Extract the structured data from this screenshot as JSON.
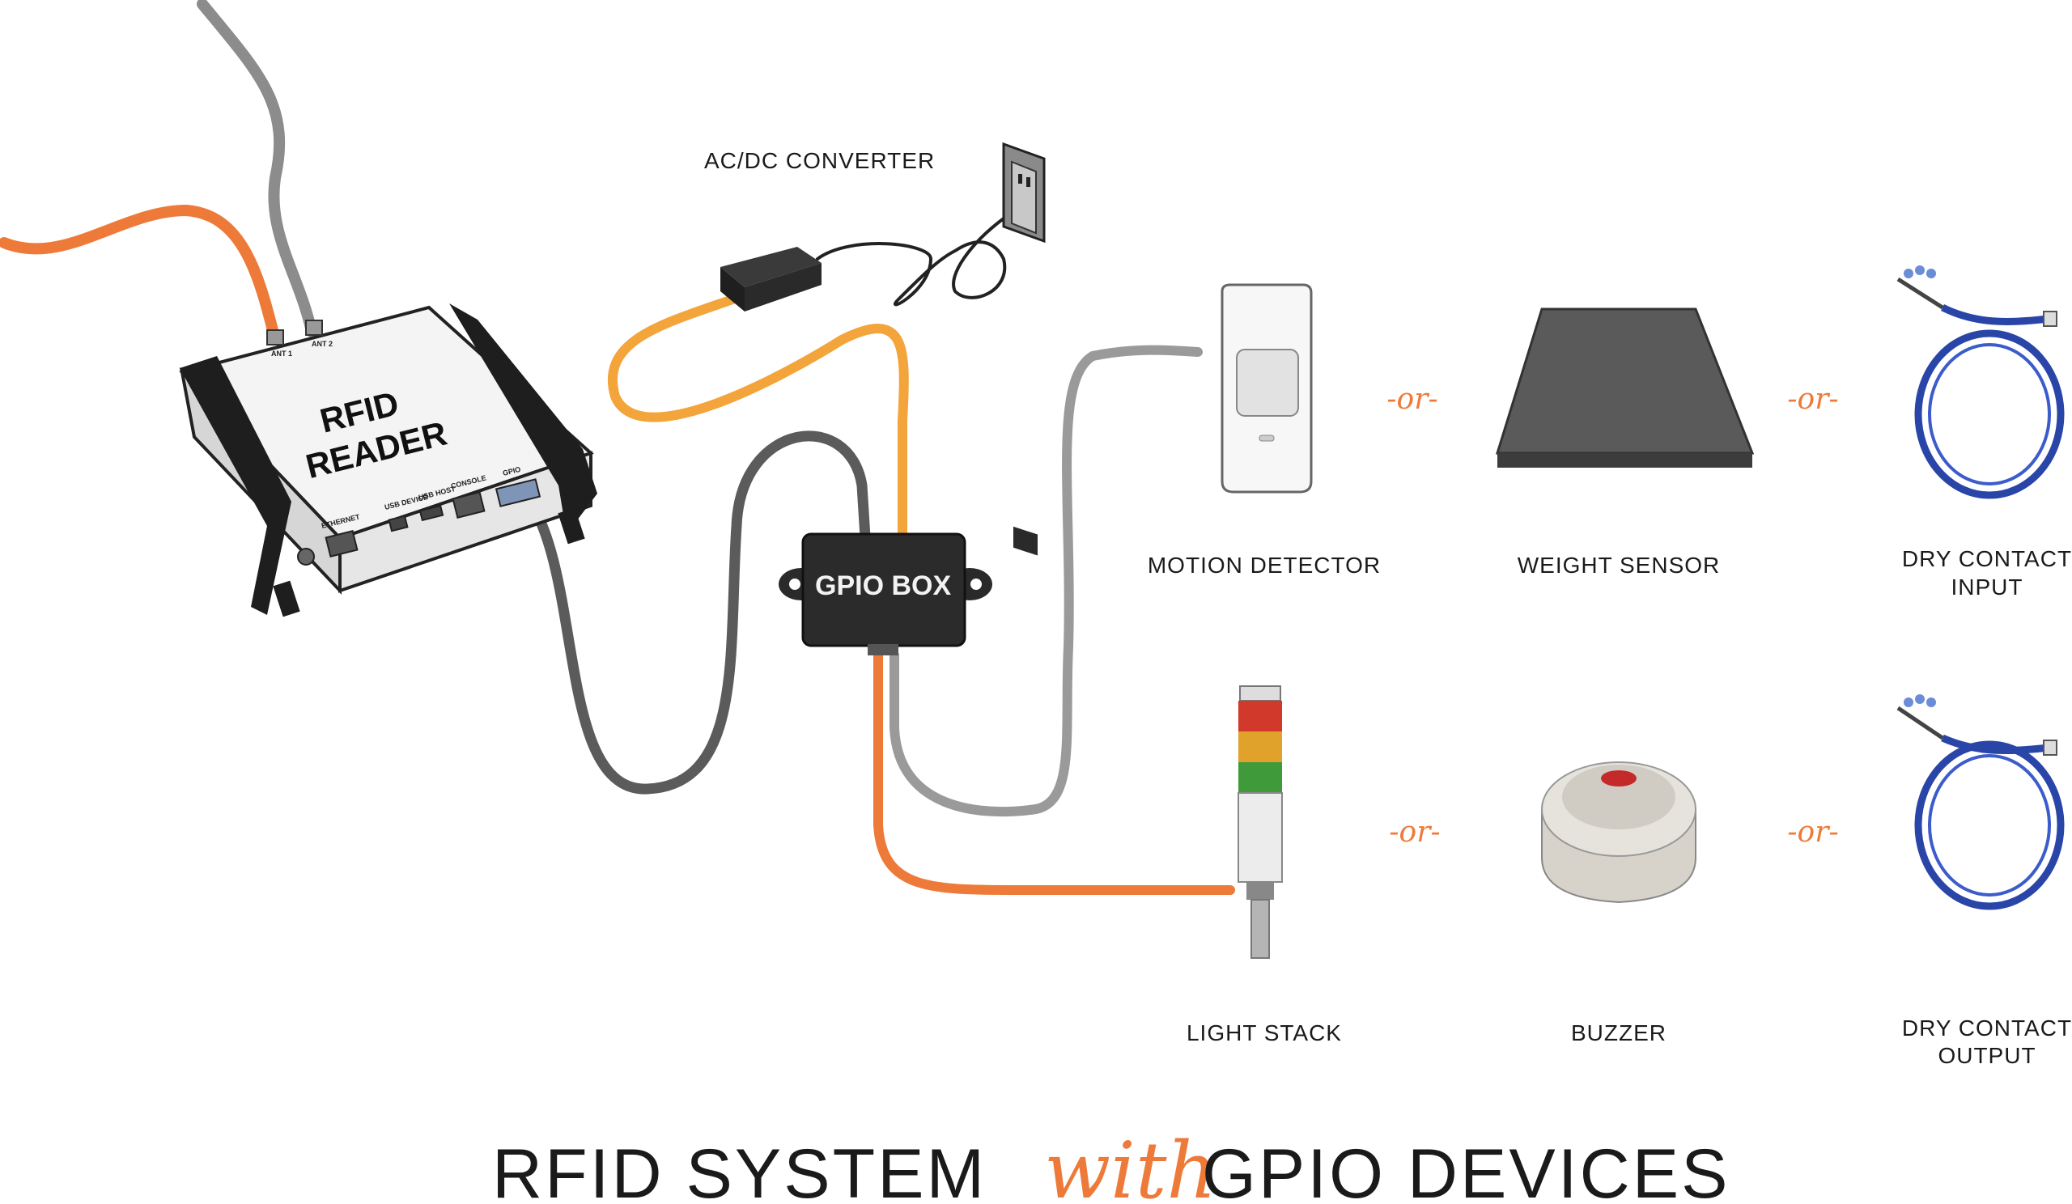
{
  "title": {
    "part1": "RFID SYSTEM",
    "part2": "with",
    "part3": "GPIO DEVICES"
  },
  "reader": {
    "line1": "RFID",
    "line2": "READER",
    "ports": [
      "ANT 1",
      "ANT 2",
      "ETHERNET",
      "USB DEVICE",
      "USB HOST",
      "CONSOLE",
      "GPIO"
    ]
  },
  "converter_label": "AC/DC CONVERTER",
  "gpio_box_label": "GPIO BOX",
  "inputs": {
    "motion_detector": "MOTION DETECTOR",
    "weight_sensor": "WEIGHT SENSOR",
    "dry_contact_input_line1": "DRY CONTACT",
    "dry_contact_input_line2": "INPUT"
  },
  "outputs": {
    "light_stack": "LIGHT STACK",
    "buzzer": "BUZZER",
    "dry_contact_output_line1": "DRY CONTACT",
    "dry_contact_output_line2": "OUTPUT"
  },
  "separator": "-or-",
  "colors": {
    "orange_cable": "#ee7a3a",
    "yellow_cable": "#f3a43b",
    "gray_cable": "#8c8c8c",
    "dark_gray_cable": "#5b5b5b",
    "accent": "#ee7a3a",
    "blue_cable": "#2a45a8"
  }
}
